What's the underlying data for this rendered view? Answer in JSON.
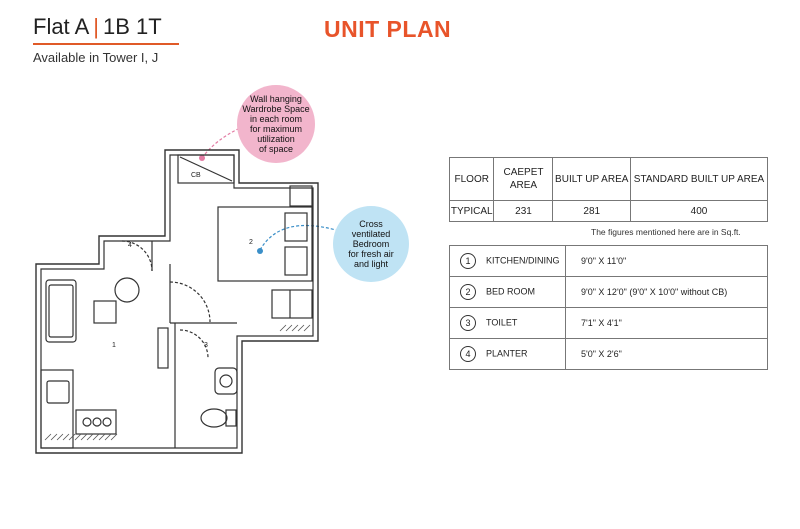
{
  "header": {
    "flat_name": "Flat A",
    "separator": "|",
    "config": "1B 1T",
    "availability": "Available in Tower I, J",
    "unit_plan_title": "UNIT PLAN"
  },
  "callouts": {
    "wardrobe": [
      "Wall hanging",
      "Wardrobe Space",
      "in each room",
      "for maximum",
      "utilization",
      "of space"
    ],
    "ventilation": [
      "Cross",
      "ventilated",
      "Bedroom",
      "for fresh air",
      "and light"
    ]
  },
  "plan_labels": {
    "cb": "CB",
    "room1": "1",
    "room2": "2",
    "room3": "3",
    "room4": "4"
  },
  "area_table": {
    "headers": [
      "FLOOR",
      "CAEPET AREA",
      "BUILT UP AREA",
      "STANDARD BUILT UP AREA"
    ],
    "row": [
      "TYPICAL",
      "231",
      "281",
      "400"
    ]
  },
  "note": "The figures mentioned here are in Sq.ft.",
  "rooms": [
    {
      "num": "1",
      "name": "KITCHEN/DINING",
      "dim": "9'0\" X 11'0\""
    },
    {
      "num": "2",
      "name": "BED ROOM",
      "dim": "9'0\" X 12'0\" (9'0\" X 10'0\" without CB)"
    },
    {
      "num": "3",
      "name": "TOILET",
      "dim": "7'1\" X 4'1\""
    },
    {
      "num": "4",
      "name": "PLANTER",
      "dim": "5'0\" X 2'6\""
    }
  ],
  "colors": {
    "accent": "#e8542a",
    "wardrobe_bubble": "#f2b5cc",
    "ventilation_bubble": "#bfe3f4"
  }
}
